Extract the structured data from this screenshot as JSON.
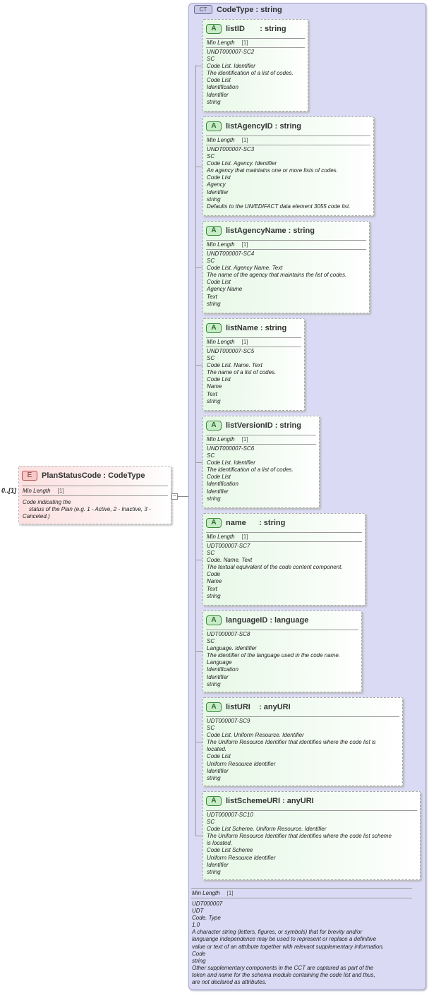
{
  "element": {
    "badge": "E",
    "title": "PlanStatusCode : CodeType",
    "cardinality": "0..[1]",
    "facet_label": "Min Length",
    "facet_value": "[1]",
    "doc_line1": "Code indicating the",
    "doc_line2": "status of the Plan (e.g. 1 - Active, 2 - Inactive, 3 -",
    "doc_line3": "Canceled.)"
  },
  "collapse_symbol": "−",
  "complex_type": {
    "badge": "CT",
    "title": "CodeType : string",
    "facet_label": "Min Length",
    "facet_value": "[1]",
    "doc": [
      "UDT000007",
      "UDT",
      "Code. Type",
      "1.0",
      "A character string (letters, figures, or symbols) that for brevity and/or",
      "languange independence may be used to represent or replace a definitive",
      "value or text of an attribute together with relevant supplementary information.",
      "Code",
      "string",
      "Other supplementary components in the CCT are captured as part of the",
      "token and name for the schema module containing the code list and thus,",
      "are not declared as attributes."
    ]
  },
  "attributes": [
    {
      "badge": "A",
      "name": "listID       : string",
      "facet_label": "Min Length",
      "facet_value": "[1]",
      "doc": [
        "UNDT000007-SC2",
        "SC",
        "Code List. Identifier",
        "The identification of a list of codes.",
        "Code List",
        "Identification",
        "Identifier",
        "string"
      ]
    },
    {
      "badge": "A",
      "name": "listAgencyID : string",
      "facet_label": "Min Length",
      "facet_value": "[1]",
      "doc": [
        "UNDT000007-SC3",
        "SC",
        "Code List. Agency. Identifier",
        "An agency that maintains one or more lists of codes.",
        "Code List",
        "Agency",
        "Identifier",
        "string",
        "Defaults to the UN/EDIFACT data element 3055 code list."
      ]
    },
    {
      "badge": "A",
      "name": "listAgencyName : string",
      "facet_label": "Min Length",
      "facet_value": "[1]",
      "doc": [
        "UNDT000007-SC4",
        "SC",
        "Code List. Agency Name. Text",
        "The name of the agency that maintains the list of codes.",
        "Code List",
        "Agency Name",
        "Text",
        "string"
      ]
    },
    {
      "badge": "A",
      "name": "listName : string",
      "facet_label": "Min Length",
      "facet_value": "[1]",
      "doc": [
        "UNDT000007-SC5",
        "SC",
        "Code List. Name. Text",
        "The name of a list of codes.",
        "Code List",
        "Name",
        "Text",
        "string"
      ]
    },
    {
      "badge": "A",
      "name": "listVersionID : string",
      "facet_label": "Min Length",
      "facet_value": "[1]",
      "doc": [
        "UNDT000007-SC6",
        "SC",
        "Code List. Identifier",
        "The identification of a list of codes.",
        "Code List",
        "Identification",
        "Identifier",
        "string"
      ]
    },
    {
      "badge": "A",
      "name": "name      : string",
      "facet_label": "Min Length",
      "facet_value": "[1]",
      "doc": [
        "UDT000007-SC7",
        "SC",
        "Code. Name. Text",
        "The textual equivalent of the code content component.",
        "Code",
        "Name",
        "Text",
        "string"
      ]
    },
    {
      "badge": "A",
      "name": "languageID : language",
      "doc": [
        "UDT000007-SC8",
        "SC",
        "Language. Identifier",
        "The identifier of the language used in the code name.",
        "Language",
        "Identification",
        "Identifier",
        "string"
      ]
    },
    {
      "badge": "A",
      "name": "listURI    : anyURI",
      "doc": [
        "UDT000007-SC9",
        "SC",
        "Code List. Uniform Resource. Identifier",
        "The Uniform Resource Identifier that identifies where the code list is",
        "located.",
        "Code List",
        "Uniform Resource Identifier",
        "Identifier",
        "string"
      ]
    },
    {
      "badge": "A",
      "name": "listSchemeURI : anyURI",
      "doc": [
        "UDT000007-SC10",
        "SC",
        "Code List Scheme. Uniform Resource. Identifier",
        "The Uniform Resource Identifier that identifies where the code list scheme",
        "is located.",
        "Code List Scheme",
        "Uniform Resource Identifier",
        "Identifier",
        "string"
      ]
    }
  ]
}
